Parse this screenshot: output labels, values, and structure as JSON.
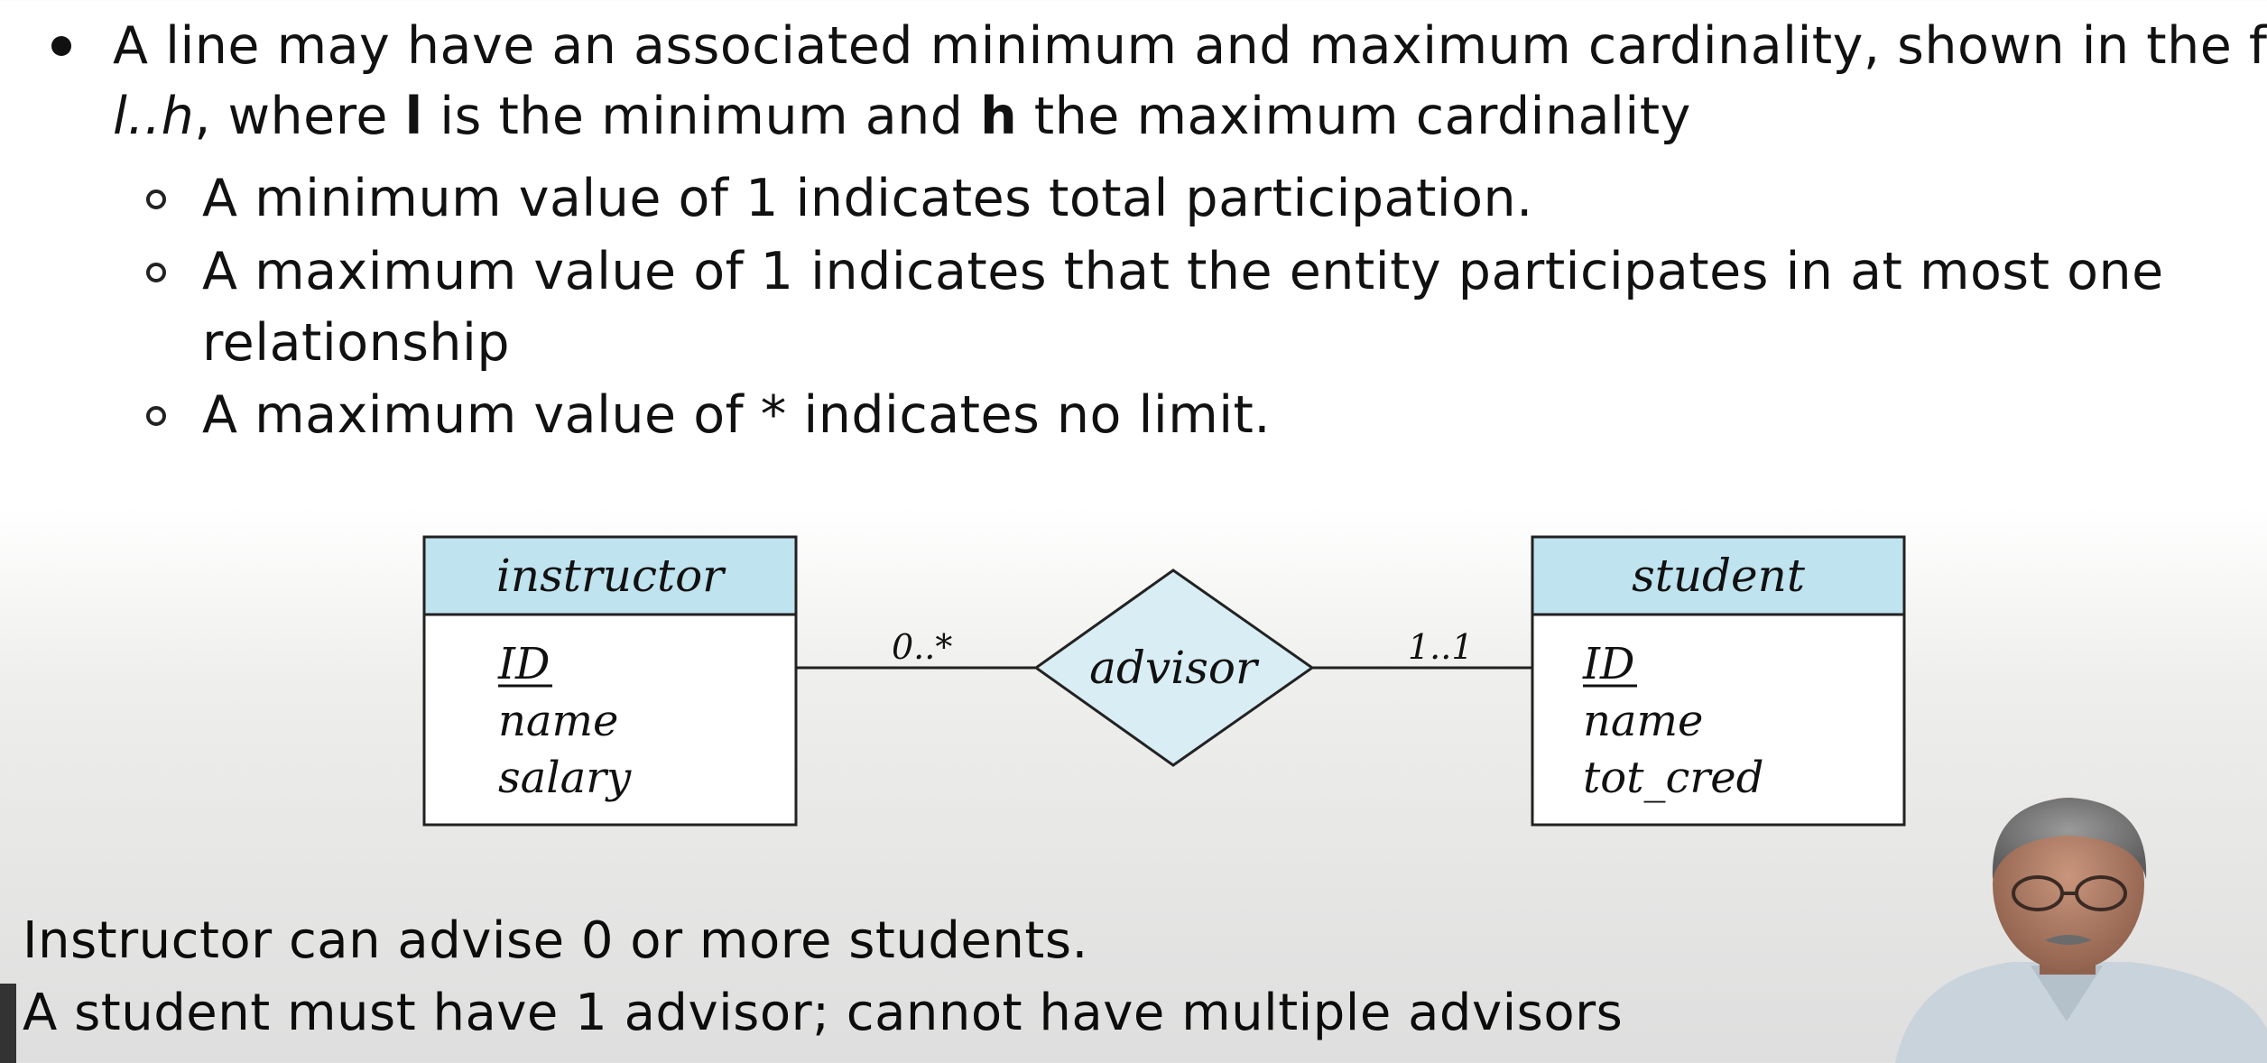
{
  "bullets": {
    "main_line1": "A line may have an associated minimum and maximum cardinality, shown in the form",
    "main_line2_form": "l..h",
    "main_line2_a": ", where ",
    "main_line2_l": "l",
    "main_line2_b": " is the minimum and ",
    "main_line2_h": "h",
    "main_line2_c": " the maximum cardinality",
    "sub": [
      {
        "text": "A minimum value of 1 indicates total participation."
      },
      {
        "text": "A maximum value of 1 indicates that the entity participates in at most one",
        "continuation": "relationship"
      },
      {
        "text": "A maximum value of * indicates no limit."
      }
    ]
  },
  "diagram": {
    "left_entity": {
      "name": "instructor",
      "attributes": [
        "ID",
        "name",
        "salary"
      ],
      "key": "ID"
    },
    "relationship": {
      "name": "advisor"
    },
    "right_entity": {
      "name": "student",
      "attributes": [
        "ID",
        "name",
        "tot_cred"
      ],
      "key": "ID"
    },
    "left_cardinality": "0..*",
    "right_cardinality": "1..1",
    "colors": {
      "entity_header": "#bfe3ef",
      "entity_body": "#ffffff",
      "relationship_fill": "#d9edf4",
      "stroke": "#111111"
    }
  },
  "notes": {
    "line1": "Instructor can advise 0 or more students.",
    "line2": "A student must have 1 advisor; cannot have multiple advisors"
  },
  "video": {
    "presenter": "presenter-webcam"
  }
}
